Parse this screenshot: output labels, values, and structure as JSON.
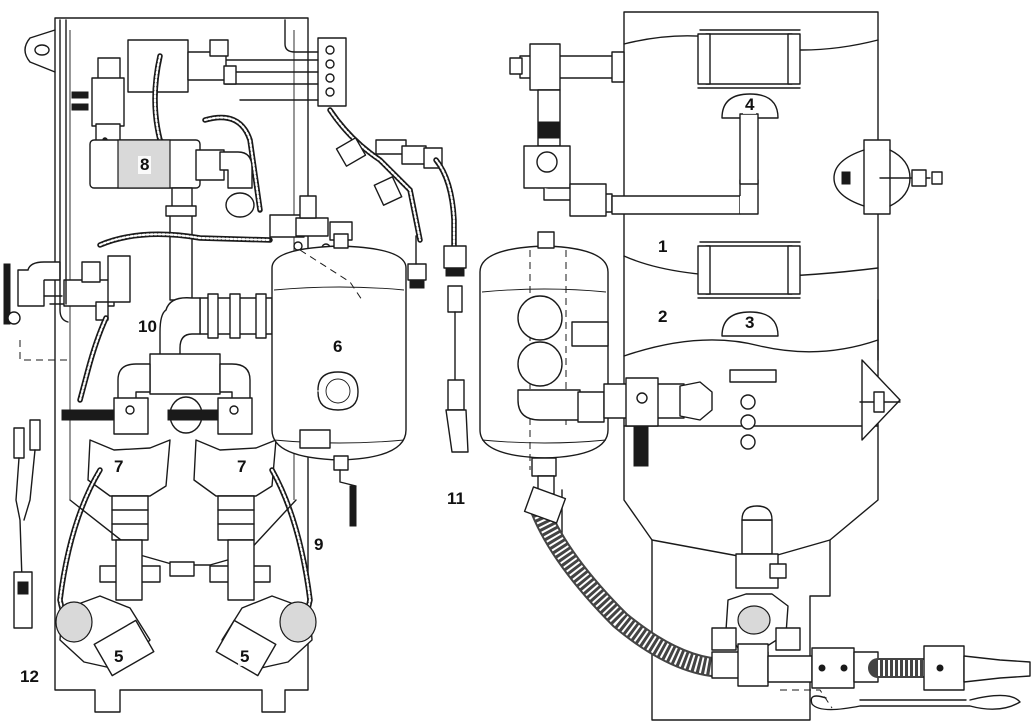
{
  "callouts": {
    "c1": "1",
    "c2": "2",
    "c3": "3",
    "c4": "4",
    "c5a": "5",
    "c5b": "5",
    "c6": "6",
    "c7a": "7",
    "c7b": "7",
    "c8": "8",
    "c9": "9",
    "c10": "10",
    "c11": "11",
    "c12": "12"
  },
  "colors": {
    "line": "#1a1a1a",
    "fill": "#ffffff",
    "shade": "#d9d9d9"
  }
}
